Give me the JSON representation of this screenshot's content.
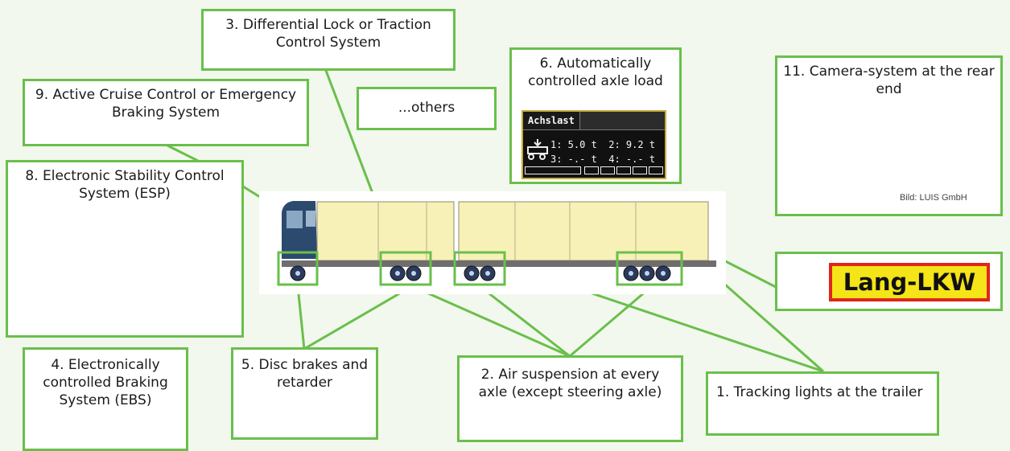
{
  "labels": {
    "diff_lock": "3. Differential Lock or Traction Control System",
    "auto_axle": "6. Automatically controlled axle load",
    "camera": "11. Camera-system at the rear end",
    "acc": "9. Active Cruise Control or Emergency Braking System",
    "others": "...others",
    "esp": "8. Electronic Stability Control System (ESP)",
    "ebs": "4. Electronically controlled Braking System (EBS)",
    "disc": "5. Disc brakes and retarder",
    "air": "2. Air suspension at every axle (except steering axle)",
    "tracking": "1. Tracking lights at the trailer"
  },
  "axle_display": {
    "title": "Achslast",
    "row1_a": "1: 5.0 t",
    "row1_b": "2: 9.2 t",
    "row2_a": "3: -.- t",
    "row2_b": "4: -.- t"
  },
  "camera_credit": "Bild: LUIS GmbH",
  "lang_sign": "Lang-LKW",
  "colors": {
    "box_border": "#6abf4b",
    "background": "#f2f8ee",
    "sign_fill": "#f4e418",
    "sign_border": "#e0251c"
  }
}
